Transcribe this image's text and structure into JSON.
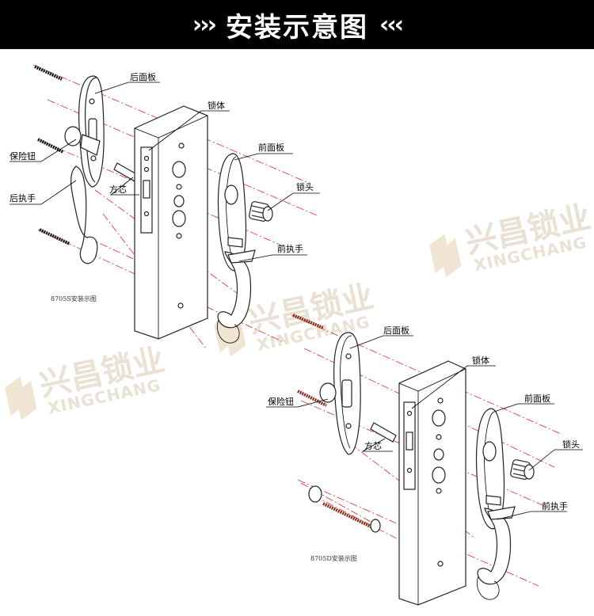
{
  "header": {
    "title": "安装示意图",
    "left_arrows": "›››",
    "right_arrows": "‹‹‹"
  },
  "watermark": {
    "brand_cn": "兴昌锁业",
    "brand_en": "XINGCHANG"
  },
  "diagram_top": {
    "caption": "8705S安装示图",
    "labels": {
      "back_plate": "后面板",
      "lock_body": "锁体",
      "privacy_button": "保险钮",
      "front_plate": "前面板",
      "back_handle": "后执手",
      "spindle": "方芯",
      "cylinder": "锁头",
      "front_handle": "前执手"
    }
  },
  "diagram_bottom": {
    "caption": "8705D安装示图",
    "labels": {
      "back_plate": "后面板",
      "lock_body": "锁体",
      "privacy_button": "保险钮",
      "front_plate": "前面板",
      "spindle": "方芯",
      "cylinder": "锁头",
      "front_handle": "前执手"
    }
  },
  "colors": {
    "header_bg": "#000000",
    "axis_line": "#e0423a",
    "watermark": "#e9e1d3"
  }
}
